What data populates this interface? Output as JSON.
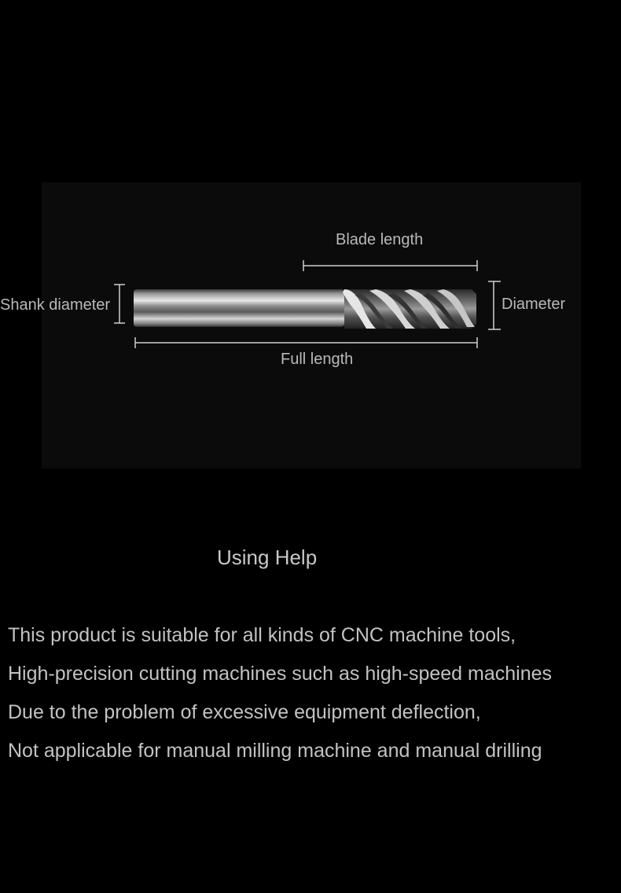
{
  "diagram": {
    "labels": {
      "blade_length": "Blade length",
      "shank_diameter": "Shank diameter",
      "diameter": "Diameter",
      "full_length": "Full length"
    },
    "tool_icon": "end-mill-cutter-icon"
  },
  "help": {
    "title": "Using Help",
    "lines": [
      "This product is suitable for all kinds of CNC machine tools,",
      "High-precision cutting machines such as high-speed machines",
      "Due to the problem of excessive equipment deflection,",
      "Not applicable for manual milling machine and manual drilling"
    ]
  }
}
